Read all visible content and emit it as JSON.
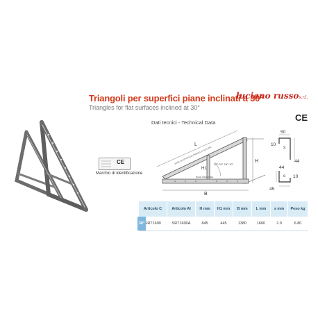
{
  "header": {
    "title_it": "Triangoli per superfici piane inclinati a  30°",
    "title_en": "Triangles for flat surfaces inclined at  30°",
    "brand": "luciano russo",
    "brand_suffix": "s.r.l.",
    "brand_color": "#c8281e",
    "title_color": "#d23b1c"
  },
  "ce_mark": "CE",
  "identification": {
    "mark": "CE",
    "label": "Marchio di identificazione"
  },
  "technical": {
    "title": "Dati tecnici - Technical Data",
    "labels": {
      "L": "L",
      "H": "H",
      "H1": "H1",
      "B": "B",
      "angles": "30°-20°-15°-10°",
      "base_inclined": "BASE DI APPOGGIO PANNELLO SOLARE",
      "base_lower": "BASE INFERIORE"
    },
    "profile_top": {
      "width": "50",
      "depth": "44",
      "lip": "10",
      "thickness": "s"
    },
    "profile_bottom": {
      "height": "44",
      "width": "45",
      "lip": "10",
      "thickness": "s"
    }
  },
  "table": {
    "headers": [
      "Articolo C",
      "Articolo Al",
      "H mm",
      "H1 mm",
      "B mm",
      "L mm",
      "s mm",
      "Peso kg"
    ],
    "rows": [
      {
        "angle": "30°",
        "cells": [
          "SRT1600",
          "SRT1600A",
          "845",
          "445",
          "1380",
          "1600",
          "2.0",
          "6.80"
        ]
      }
    ],
    "header_bg": "#d9ecf6",
    "accent": "#7fb8dc"
  }
}
